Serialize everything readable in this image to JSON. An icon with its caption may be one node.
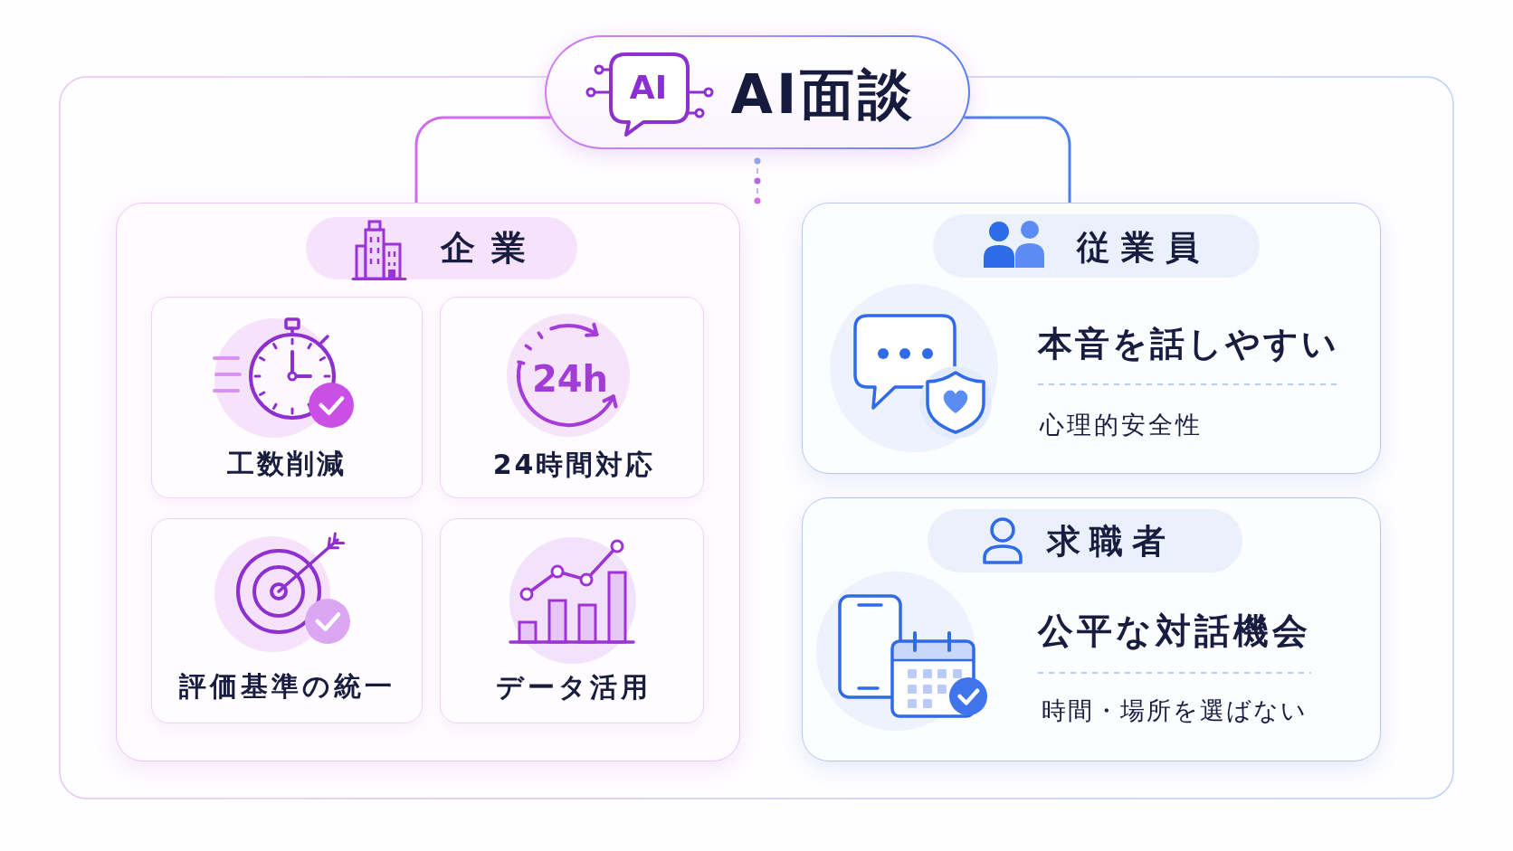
{
  "diagram": {
    "nodes": [
      {
        "text": [
          "AI",
          "AI面談"
        ]
      },
      {
        "text": [],
        "shape": "box"
      },
      {
        "text": [
          "企業"
        ],
        "in": 1
      },
      {
        "text": [
          "工数削減"
        ],
        "in": 1
      },
      {
        "text": [
          "24h",
          "24時間対応"
        ],
        "in": 1
      },
      {
        "text": [
          "評価基準の統一"
        ],
        "in": 1
      },
      {
        "text": [
          "データ活用"
        ],
        "in": 1
      },
      {
        "text": [
          "本音を話しやすい",
          "心理的安全性"
        ]
      },
      {
        "text": [
          "従業員"
        ],
        "in": 7
      },
      {
        "text": [
          "公平な対話機会",
          "時間・場所を選ばない"
        ]
      },
      {
        "text": [
          "求職者"
        ],
        "in": 9
      }
    ],
    "edges": [
      {
        "from": 0,
        "to": 1,
        "arrow": "none",
        "color": "#d06cf0"
      },
      {
        "from": 0,
        "to": 7,
        "arrow": "none",
        "color": "#4f7fee"
      }
    ]
  }
}
